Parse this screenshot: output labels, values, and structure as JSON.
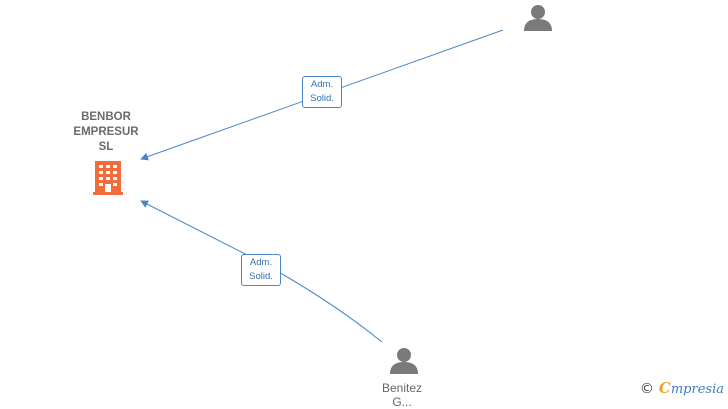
{
  "company": {
    "name": "BENBOR\nEMPRESUR\nSL",
    "icon": "building-icon",
    "color": "#f26b3a"
  },
  "persons": [
    {
      "id": "person-top",
      "name": "",
      "icon": "person-icon"
    },
    {
      "id": "person-bottom",
      "name": "Benitez\nG...",
      "icon": "person-icon"
    }
  ],
  "edges": [
    {
      "from": "person-top",
      "to": "company",
      "label": "Adm.\nSolid."
    },
    {
      "from": "person-bottom",
      "to": "company",
      "label": "Adm.\nSolid."
    }
  ],
  "colors": {
    "edge": "#4a86c8",
    "person_icon": "#7a7a7a"
  },
  "watermark": {
    "copyright": "©",
    "brand_initial": "C",
    "brand_rest": "mpresia"
  }
}
